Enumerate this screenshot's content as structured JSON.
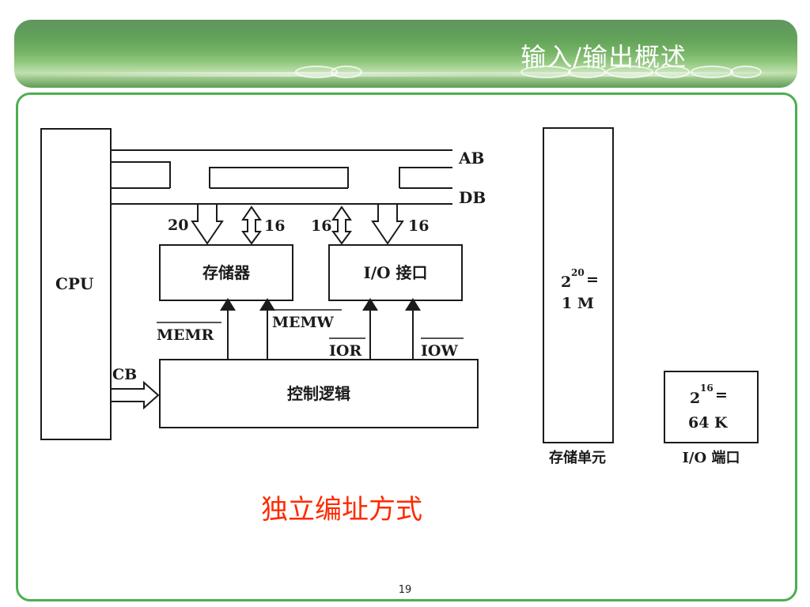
{
  "slide": {
    "title": "输入/输出概述",
    "caption": "独立编址方式",
    "page_number": "19"
  },
  "diagram": {
    "cpu_label": "CPU",
    "address_bus_label": "AB",
    "data_bus_label": "DB",
    "control_bus_label": "CB",
    "memory_label": "存储器",
    "io_interface_label": "I/O 接口",
    "control_logic_label": "控制逻辑",
    "memory_addr_width": "20",
    "memory_data_width": "16",
    "io_data_width": "16",
    "io_addr_width": "16",
    "memr_signal": "MEMR",
    "memw_signal": "MEMW",
    "ior_signal": "IOR",
    "iow_signal": "IOW",
    "memory_space": {
      "exponent": "20",
      "base": "2",
      "equals": "=",
      "size": "1 M",
      "label": "存储单元"
    },
    "io_space": {
      "exponent": "16",
      "base": "2",
      "equals": "=",
      "size": "64 K",
      "label": "I/O 端口"
    }
  },
  "colors": {
    "frame": "#4caf50",
    "caption": "#ff2a00",
    "title": "#ffffff"
  }
}
